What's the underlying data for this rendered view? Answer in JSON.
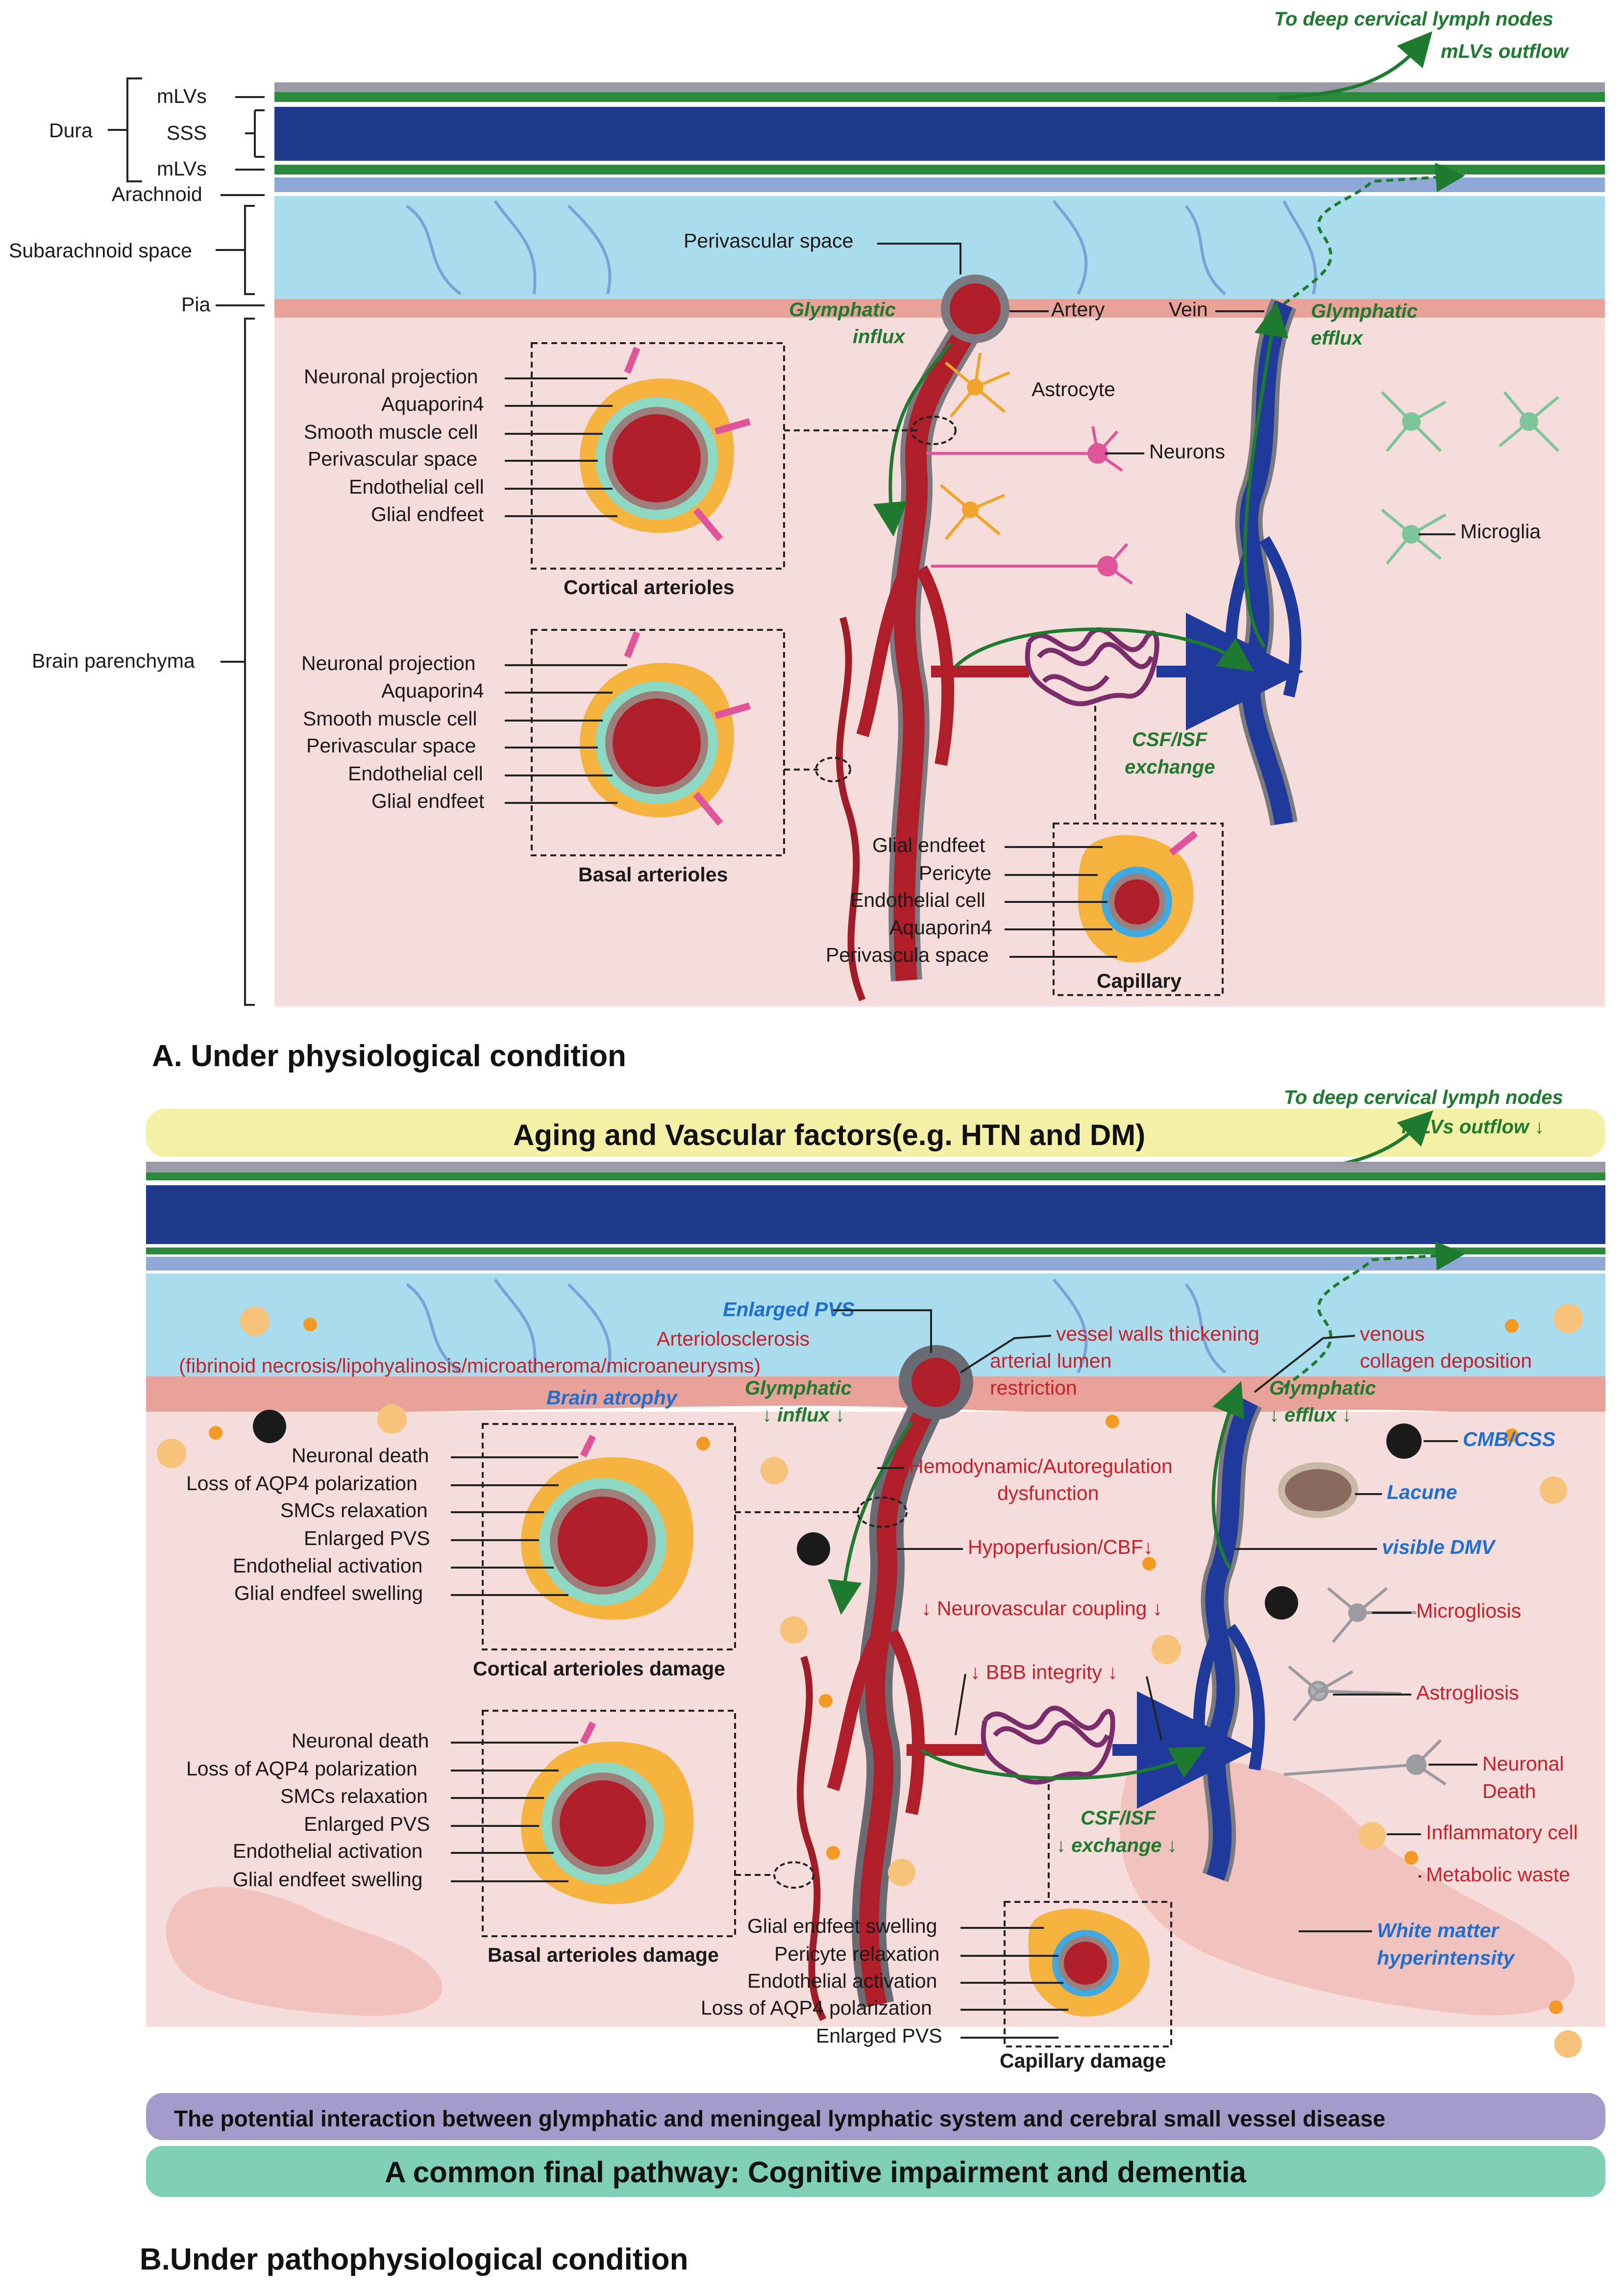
{
  "panel_a": {
    "caption": "A. Under physiological condition",
    "top_arrow": {
      "line1": "To deep cervical lymph nodes",
      "line2": "mLVs outflow"
    },
    "layers": {
      "dura": "Dura",
      "mlvs_top": "mLVs",
      "sss": "SSS",
      "mlvs_bottom": "mLVs",
      "arachnoid": "Arachnoid",
      "subarachnoid": "Subarachnoid space",
      "pia": "Pia",
      "parenchyma": "Brain parenchyma"
    },
    "vessel_labels": {
      "perivascular_space": "Perivascular space",
      "artery": "Artery",
      "vein": "Vein",
      "astrocyte": "Astrocyte",
      "neurons": "Neurons",
      "microglia": "Microglia"
    },
    "glymphatic_influx": {
      "line1": "Glymphatic",
      "line2": "influx"
    },
    "glymphatic_efflux": {
      "line1": "Glymphatic",
      "line2": "efflux"
    },
    "csf_exchange": {
      "line1": "CSF/ISF",
      "line2": "exchange"
    },
    "cortical": {
      "title": "Cortical arterioles",
      "items": [
        "Neuronal projection",
        "Aquaporin4",
        "Smooth muscle cell",
        "Perivascular space",
        "Endothelial cell",
        "Glial endfeet"
      ]
    },
    "basal": {
      "title": "Basal arterioles",
      "items": [
        "Neuronal projection",
        "Aquaporin4",
        "Smooth muscle cell",
        "Perivascular space",
        "Endothelial cell",
        "Glial endfeet"
      ]
    },
    "capillary": {
      "title": "Capillary",
      "items": [
        "Glial endfeet",
        "Pericyte",
        "Endothelial cell",
        "Aquaporin4",
        "Perivascula space"
      ]
    }
  },
  "panel_b": {
    "caption": "B.Under pathophysiological condition",
    "top_banner": "Aging and Vascular factors(e.g. HTN and DM)",
    "top_arrow": {
      "line1": "To deep cervical lymph nodes",
      "line2": "mLVs outflow ↓"
    },
    "enlarged_pvs": "Enlarged PVS",
    "arteriolosclerosis": {
      "line1": "Arteriolosclerosis",
      "line2": "(fibrinoid necrosis/lipohyalinosis/microatheroma/microaneurysms)"
    },
    "brain_atrophy": "Brain atrophy",
    "vessel_wall": "vessel walls thickening",
    "lumen": {
      "line1": "arterial lumen",
      "line2": "restriction"
    },
    "venous": {
      "line1": "venous",
      "line2": "collagen deposition"
    },
    "glymphatic_influx": {
      "line1": "Glymphatic",
      "line2": "↓ influx ↓"
    },
    "glymphatic_efflux": {
      "line1": "Glymphatic",
      "line2": "↓ efflux ↓"
    },
    "hemodynamic": {
      "line1": "Hemodynamic/Autoregulation",
      "line2": "dysfunction"
    },
    "hypoperfusion": "Hypoperfusion/CBF↓",
    "nvc": "↓ Neurovascular coupling ↓",
    "bbb": "↓ BBB integrity ↓",
    "csf_exchange": {
      "line1": "CSF/ISF",
      "line2": "↓ exchange ↓"
    },
    "right_labels": {
      "cmb": "CMB/CSS",
      "lacune": "Lacune",
      "dmv": "visible DMV",
      "microgliosis": "Microgliosis",
      "astrogliosis": "Astrogliosis",
      "neuronal_death": {
        "line1": "Neuronal",
        "line2": "Death"
      },
      "inflammatory": "Inflammatory cell",
      "metabolic": "Metabolic waste",
      "wmh": {
        "line1": "White matter",
        "line2": "hyperintensity"
      }
    },
    "cortical": {
      "title": "Cortical arterioles damage",
      "items": [
        "Neuronal death",
        "Loss of AQP4 polarization",
        "SMCs relaxation",
        "Enlarged PVS",
        "Endothelial activation",
        "Glial endfeel swelling"
      ]
    },
    "basal": {
      "title": "Basal arterioles damage",
      "items": [
        "Neuronal death",
        "Loss of AQP4 polarization",
        "SMCs relaxation",
        "Enlarged PVS",
        "Endothelial activation",
        "Glial endfeet swelling"
      ]
    },
    "capillary": {
      "title": "Capillary damage",
      "items": [
        "Glial endfeet swelling",
        "Pericyte relaxation",
        "Endothelial activation",
        "Loss of AQP4 polarization",
        "Enlarged PVS"
      ]
    },
    "bottom_banner_1": "The potential interaction between glymphatic and meningeal lymphatic system and cerebral small vessel disease",
    "bottom_banner_2": "A common final pathway: Cognitive impairment and dementia"
  },
  "colors": {
    "parenchyma": "#f7dcdc",
    "csf": "#a9dcec",
    "pia": "#e9a29a",
    "sss": "#1f3a8c",
    "mlvs": "#2a8a3a",
    "artery": "#b01e2a",
    "vein": "#1f3a9a",
    "astro": "#f5b23c",
    "glymphatic": "#1d7a2f",
    "banner_yellow": "#f4f0a6",
    "banner_purple": "#a59ac9",
    "banner_teal": "#7fcfb7"
  }
}
